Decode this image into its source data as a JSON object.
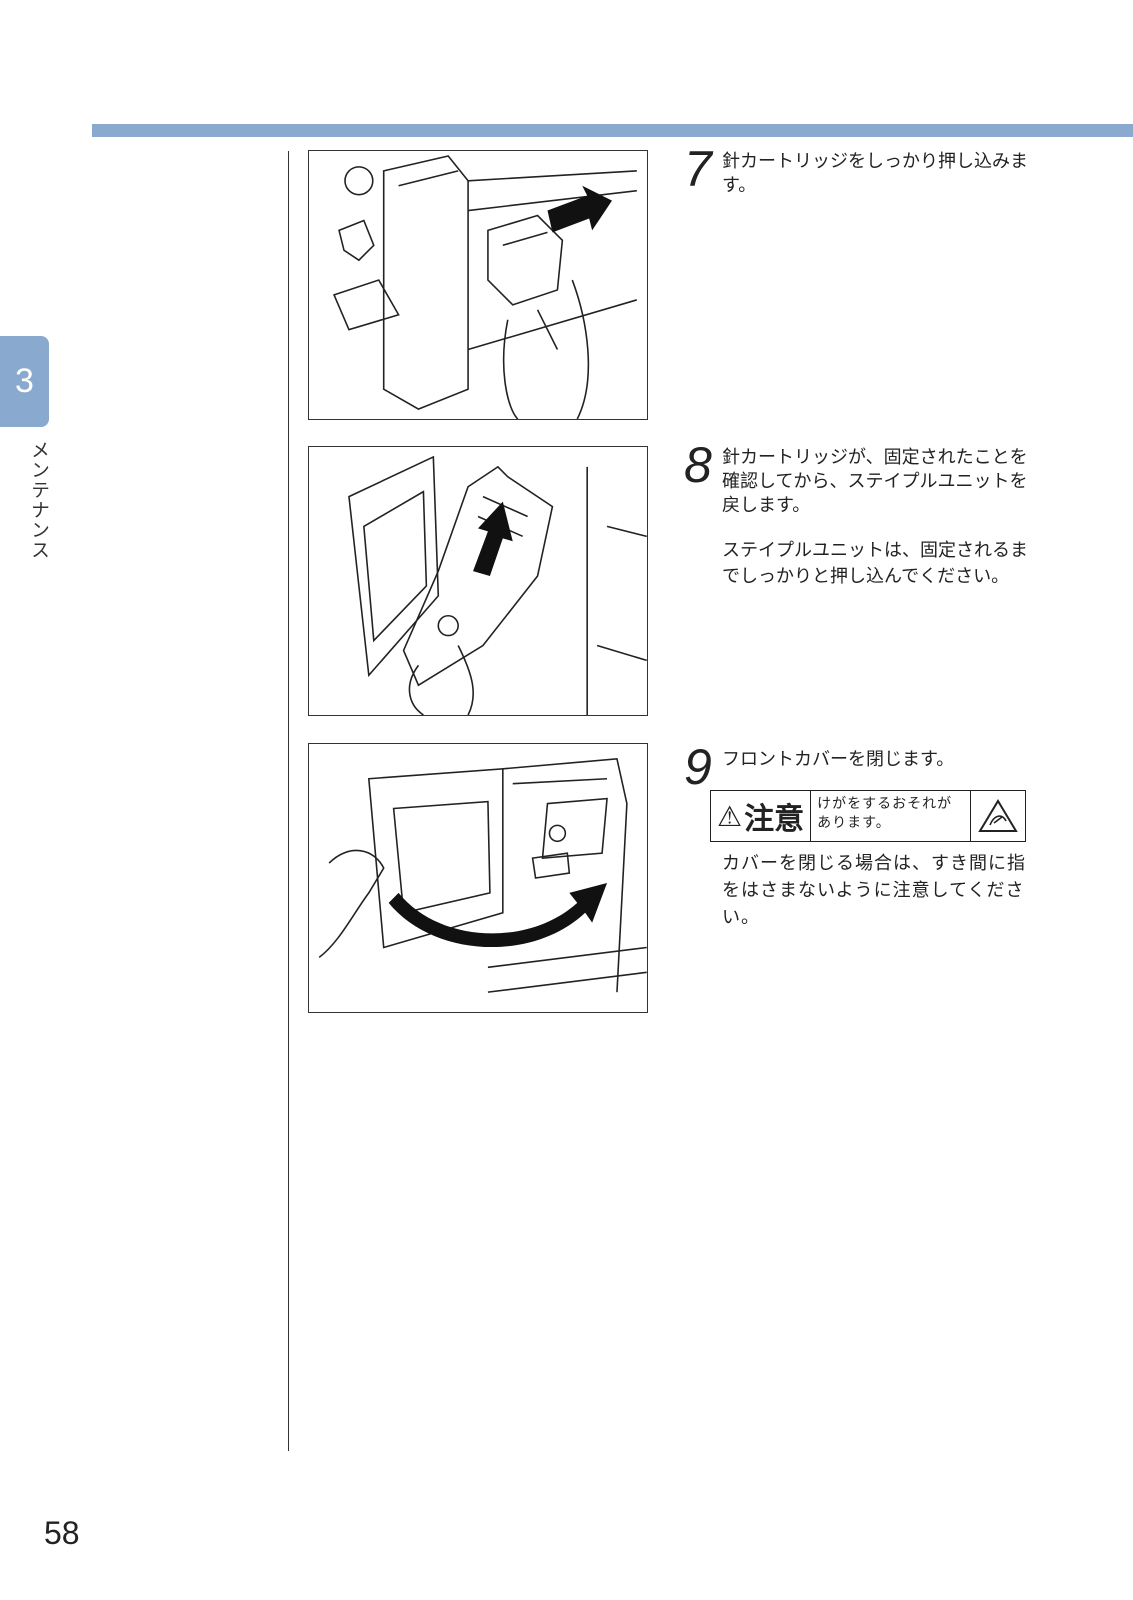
{
  "chapter": {
    "number": "3",
    "title": "メンテナンス"
  },
  "steps": [
    {
      "number": "7",
      "text": "針カートリッジをしっかり押し込みます。"
    },
    {
      "number": "8",
      "text": "針カートリッジが、固定されたことを確認してから、ステイプルユニットを戻します。",
      "note": "ステイプルユニットは、固定されるまでしっかりと押し込んでください。"
    },
    {
      "number": "9",
      "text": "フロントカバーを閉じます。",
      "caution": {
        "label": "注意",
        "message": "けがをするおそれがあります。",
        "icon": "pinch-hazard-icon",
        "body": "カバーを閉じる場合は、すき間に指をはさまないように注意してください。"
      }
    }
  ],
  "page_number": "58"
}
